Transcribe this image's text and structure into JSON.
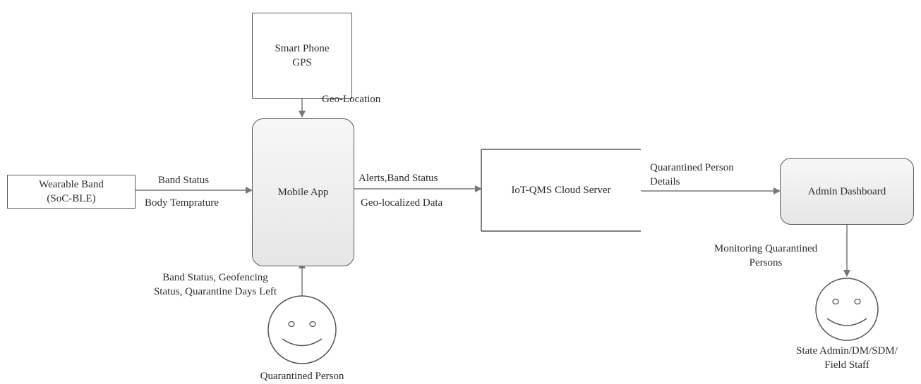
{
  "nodes": {
    "smartphone": "Smart Phone\nGPS",
    "wearable": "Wearable Band\n(SoC-BLE)",
    "mobile_app": "Mobile App",
    "cloud": "IoT-QMS Cloud Server",
    "dashboard": "Admin Dashboard",
    "person": "Quarantined Person",
    "admin": "State Admin/DM/SDM/\nField Staff"
  },
  "edges": {
    "geo_location": "Geo-Location",
    "band_status": "Band Status",
    "body_temp": "Body Temprature",
    "alerts": "Alerts,Band Status",
    "geo_data": "Geo-localized Data",
    "person_details": "Quarantined Person\nDetails",
    "monitoring": "Monitoring Quarantined\nPersons",
    "band_geofence": "Band Status, Geofencing\nStatus, Quarantine Days Left"
  }
}
